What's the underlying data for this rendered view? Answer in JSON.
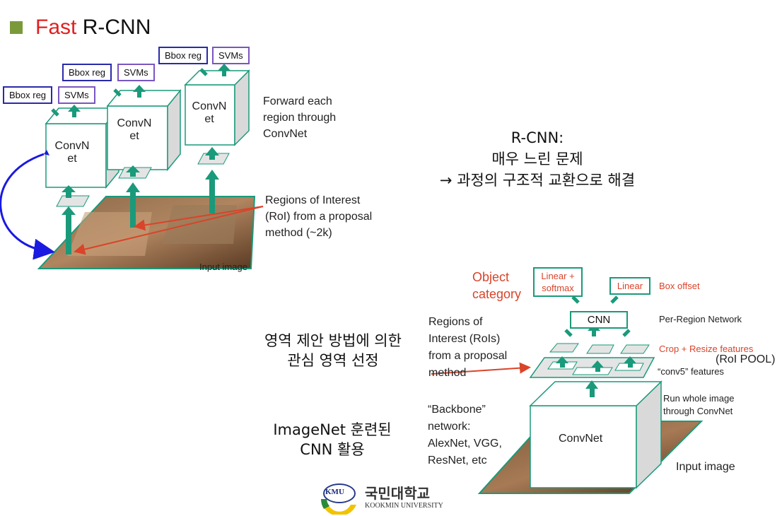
{
  "slide": {
    "title_prefix": "Fast",
    "title_suffix": "R-CNN"
  },
  "left_diagram": {
    "bbox_reg": "Bbox reg",
    "svms": "SVMs",
    "convnet_line1": "ConvN",
    "convnet_line2": "et",
    "forward_text": [
      "Forward each",
      "region through",
      "ConvNet"
    ],
    "roi_text": [
      "Regions of Interest",
      "(RoI) from a proposal",
      "method (~2k)"
    ],
    "input_image": "Input image"
  },
  "center_note": {
    "line1": "R-CNN:",
    "line2": "매우 느린 문제",
    "line3": "→ 과정의 구조적 교환으로 해결"
  },
  "right_diagram": {
    "object_category": [
      "Object",
      "category"
    ],
    "linear_softmax": [
      "Linear +",
      "softmax"
    ],
    "linear": "Linear",
    "box_offset": "Box offset",
    "cnn": "CNN",
    "per_region": "Per-Region Network",
    "crop_resize": "Crop + Resize features",
    "roi_pool": "(RoI POOL)",
    "conv5": "“conv5” features",
    "run_whole": [
      "Run whole image",
      "through ConvNet"
    ],
    "convnet": "ConvNet",
    "input_image": "Input image",
    "regions_text": [
      "Regions of",
      "Interest (RoIs)",
      "from a proposal",
      "method"
    ],
    "backbone_text": [
      "“Backbone”",
      "network:",
      "AlexNet, VGG,",
      "ResNet, etc"
    ]
  },
  "korean_notes": {
    "roi_select": [
      "영역 제안 방법에 의한",
      "관심 영역 선정"
    ],
    "imagenet": [
      "ImageNet 훈련된",
      "CNN 활용"
    ]
  },
  "logo": {
    "badge": "KMU",
    "name_kr": "국민대학교",
    "name_en": "KOOKMIN UNIVERSITY"
  },
  "colors": {
    "accent_red": "#e02020",
    "arrow_green": "#1a9a7a",
    "bbox_blue": "#2a2aa8",
    "svm_purple": "#7a55c0",
    "loop_blue": "#1a1ae0"
  }
}
